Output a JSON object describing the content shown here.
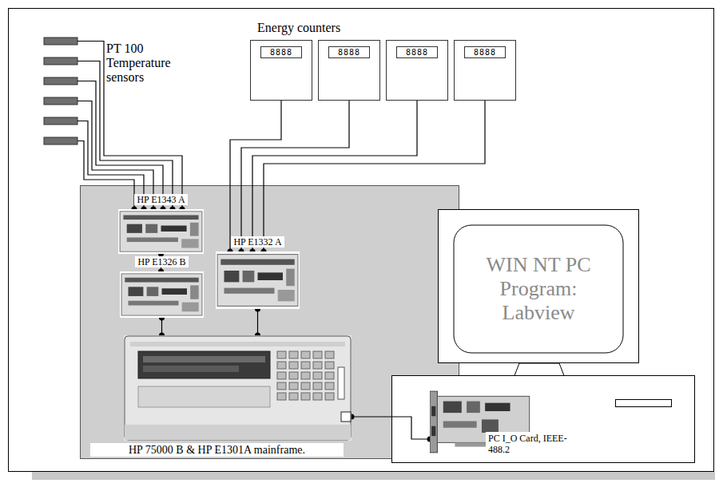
{
  "diagram": {
    "nodes": [
      {
        "text": [
          "8888"
        ]
      },
      {
        "text": [
          "8888"
        ]
      },
      {
        "text": [
          "8888"
        ]
      },
      {
        "text": [
          "8888"
        ]
      },
      {
        "text": [
          "HP E1343 A"
        ]
      },
      {
        "text": [
          "HP E1326 B"
        ]
      },
      {
        "text": [
          "HP E1332 A"
        ]
      },
      {
        "text": [
          "HP 75000 B & HP E1301A mainframe."
        ]
      },
      {
        "text": [
          "WIN NT PC Program: Labview"
        ]
      },
      {
        "text": [
          "PC I_O Card, IEEE-488.2"
        ]
      }
    ],
    "edges": [
      {
        "from": 0,
        "to": 6,
        "arrow": "none"
      },
      {
        "from": 1,
        "to": 6,
        "arrow": "none"
      },
      {
        "from": 2,
        "to": 6,
        "arrow": "none"
      },
      {
        "from": 3,
        "to": 6,
        "arrow": "none"
      },
      {
        "from": 4,
        "to": 5,
        "arrow": "none"
      },
      {
        "from": 5,
        "to": 7,
        "arrow": "none"
      },
      {
        "from": 6,
        "to": 7,
        "arrow": "none"
      },
      {
        "from": 7,
        "to": 9,
        "arrow": "none"
      }
    ],
    "labels": [
      "PT 100 Temperature sensors",
      "Energy counters"
    ]
  }
}
